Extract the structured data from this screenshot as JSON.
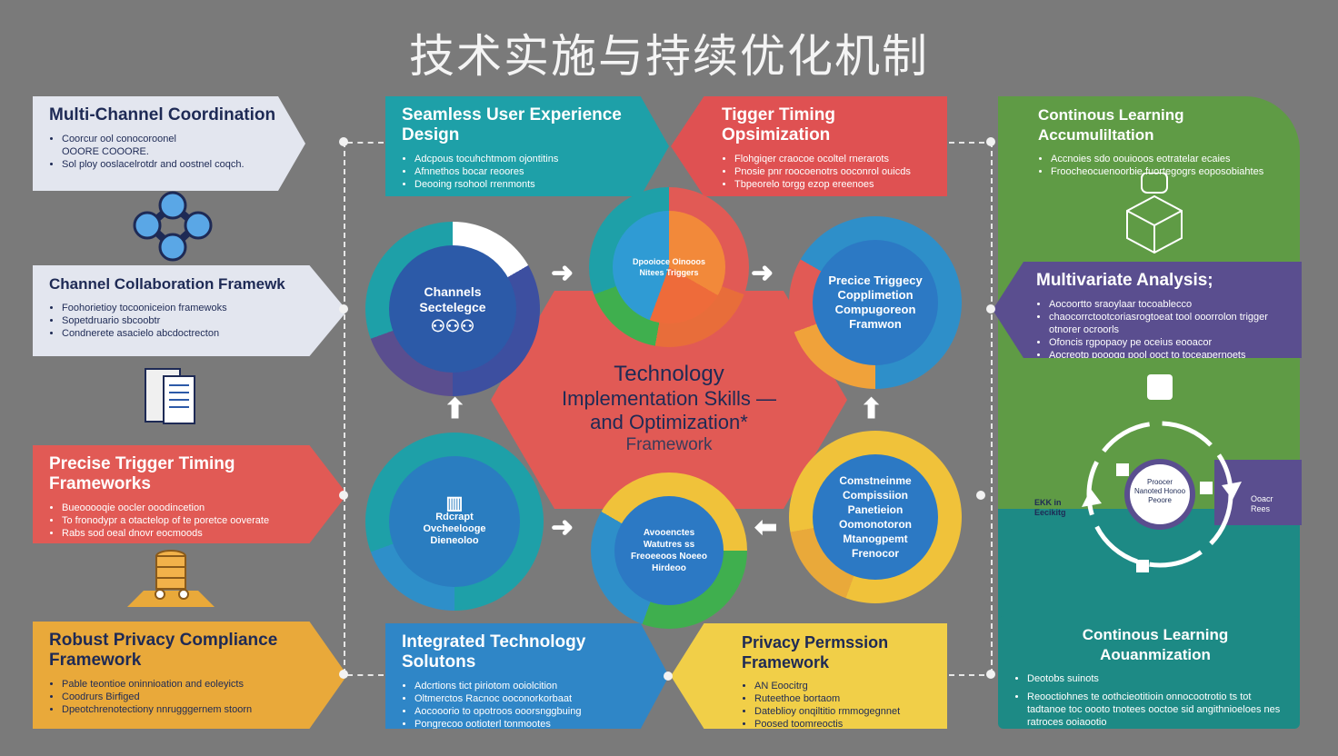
{
  "title": "技术实施与持续优化机制",
  "center": {
    "line1": "Technology",
    "line2": "Implementation Skills —",
    "line3": "and Optimization*",
    "line4": "Framework"
  },
  "left_boxes": [
    {
      "title": "Multi-Channel Coordination",
      "items": [
        "Coorcur ool conocoroonel",
        "OOORE COOORE.",
        "Sol ploy ooslacelrotdr and oostnel coqch."
      ],
      "color": "#e3e6ef"
    },
    {
      "title": "Channel Collaboration Framewk",
      "items": [
        "Foohorietioy tocooniceion framewoks",
        "Sopetdruario sbcoobtr",
        "Condnerete asacielo abcdoctrecton"
      ],
      "color": "#e3e6ef"
    },
    {
      "title": "Precise Trigger Timing Frameworks",
      "items": [
        "Bueooooqie oocler ooodincetion",
        "To fronodypr a otactelop of te poretce ooverate",
        "Rabs sod oeal dnovr eocmoods"
      ],
      "color": "#e15a55"
    },
    {
      "title": "Robust Privacy Compliance Framework",
      "items": [
        "Pable teontioe oninnioation and eoleyicts",
        "Coodrurs Birfiged",
        "Dpeotchrenotectiony nnrugggernem stoorn"
      ],
      "color": "#e9a93a"
    }
  ],
  "top_boxes": [
    {
      "title": "Seamless User Experience Design",
      "items": [
        "Adcpous tocuhchtmom ojontitins",
        "Afnnethos bocar reoores",
        "Deooing rsohool rrenmonts"
      ],
      "color": "#1ea0a8"
    },
    {
      "title": "Tigger Timing Opsimization",
      "items": [
        "Flohgiqer craocoe ocoltel rnerarots",
        "Pnosie pnr roocoenotrs ooconrol ouicds",
        "Tbpeorelo torgg ezop ereenoes"
      ],
      "color": "#df5152"
    }
  ],
  "bottom_boxes": [
    {
      "title": "Integrated Technology Solutons",
      "items": [
        "Adcrtions tict piriotom ooiolcition",
        "Oltmerctos Racnoc ooconorkorbaat",
        "Aocooorio to opotroos ooorsnggbuing",
        "Pongrecoo ootioterl tonmootes"
      ],
      "color": "#2f86c7"
    },
    {
      "title": "Privacy Permssion Framework",
      "items": [
        "AN Eoocitrg",
        "Ruteethoe bortaom",
        "Dateblioy onqiltitio rmmogegnnet",
        "Poosed toomreoctis"
      ],
      "color": "#f1cf48"
    }
  ],
  "right_boxes": [
    {
      "title": "Continous Learning Accumuliltation",
      "items": [
        "Accnoies sdo oouiooos eotratelar ecaies",
        "Froocheocuenoorbie fuortegogrs eoposobiahtes"
      ],
      "color": "#5f9b45"
    },
    {
      "title": "Multivariate Analysis;",
      "items": [
        "Aocoortto sraoylaar tocoablecco",
        "chaocorrctootcoriasrogtoeat tool ooorrolon trigger otnorer ocroorls",
        "Ofoncis rgpopaoy pe oceius eooacor",
        "Aocreotp pooogg pool ooct to toceapernoets"
      ],
      "color": "#5a4e8f"
    },
    {
      "title": "Continous Learning Aouanmization",
      "items": [
        "Deotobs suinots",
        "Reooctiohnes te oothcieotitioin onnocootrotio ts tot tadtanoe toc oooto tnotees ooctoe sid angithnioeloes nes ratroces ooiaootio"
      ],
      "color": "#1d8a85"
    }
  ],
  "circles": [
    {
      "label": "Channels Sectelegce",
      "ring": "#3d4fa0",
      "fill": "#2c5aa8"
    },
    {
      "label": "Dpooioce Oinooos Nitees Triggers",
      "ring": "#e86d3a",
      "fill": "#2f9bd4"
    },
    {
      "label": "Precice Triggecy Copplimetion Compugoreon Framwon",
      "ring": "#2e8fc9",
      "fill": "#2c79c4"
    },
    {
      "label": "Rdcrapt Ovcheelooge Dieneoloo",
      "ring": "#1ea0a8",
      "fill": "#2a7dc0"
    },
    {
      "label": "Avooenctes Watutres ss Freoeeoos Noeeo Hirdeoo",
      "ring": "#3faf4e",
      "fill": "#2c79c4"
    },
    {
      "label": "Comstneinme Compissiion Panetieion Oomonotoron Mtanogpemt Frenocor",
      "ring": "#f0c23a",
      "fill": "#2c79c4"
    }
  ],
  "cycle": {
    "center_label": "Proocer Nanoted Honoo Peoore",
    "left_label": "EKK in Eecikitg",
    "right_label": "Ooacr Rees"
  }
}
